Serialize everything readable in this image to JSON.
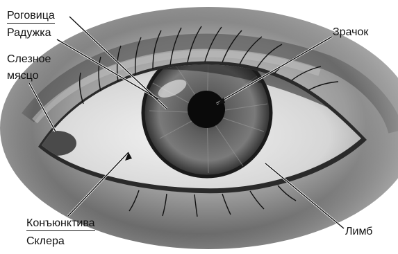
{
  "labels": {
    "cornea": "Роговица",
    "iris": "Радужка",
    "caruncle_line1": "Слезное",
    "caruncle_line2": "мясцо",
    "pupil": "Зрачок",
    "conjunctiva": "Конъюнктива",
    "sclera": "Склера",
    "limbus": "Лимб"
  },
  "colors": {
    "label_text": "#111111",
    "pointer": "#ffffff",
    "pupil": "#0a0a0a",
    "background": "#ffffff"
  }
}
